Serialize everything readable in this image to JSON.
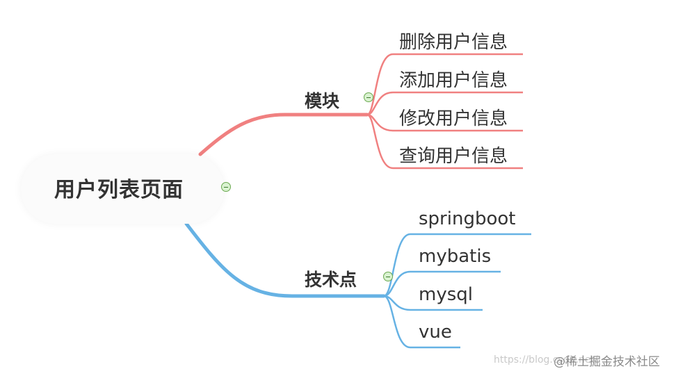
{
  "colors": {
    "module_branch": "#f08080",
    "tech_branch": "#66b2e4",
    "text": "#333333",
    "collapse_button": "#6aa84f"
  },
  "root": {
    "label": "用户列表页面"
  },
  "branches": [
    {
      "label": "模块",
      "color_key": "module_branch",
      "children": [
        "删除用户信息",
        "添加用户信息",
        "修改用户信息",
        "查询用户信息"
      ]
    },
    {
      "label": "技术点",
      "color_key": "tech_branch",
      "children": [
        "springboot",
        "mybatis",
        "mysql",
        "vue"
      ]
    }
  ],
  "watermark": {
    "url_text": "https://blog.csdn.net/",
    "brand": "@稀土掘金技术社区"
  },
  "icons": {
    "collapse": "minus-circle-icon"
  }
}
